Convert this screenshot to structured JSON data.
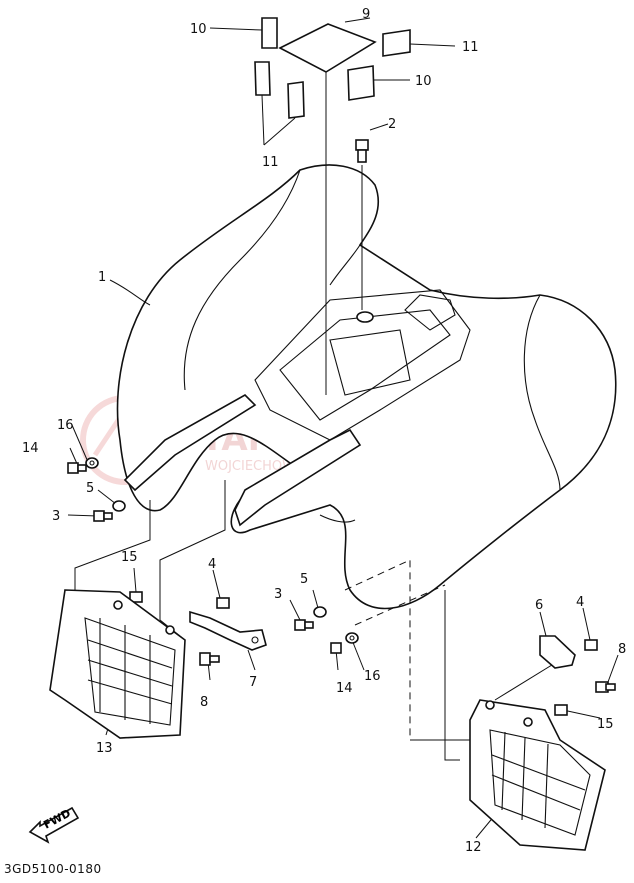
{
  "diagram": {
    "drawing_code": "3GD5100-0180",
    "fwd_label": "FWD",
    "watermark": {
      "line1": "YAMA-SKLEP.PL",
      "line2": "WOJCIECHOWSKI | DEALER YAMAHA"
    },
    "callouts": {
      "c1": "1",
      "c2": "2",
      "c3a": "3",
      "c3b": "3",
      "c4a": "4",
      "c4b": "4",
      "c5a": "5",
      "c5b": "5",
      "c6": "6",
      "c7": "7",
      "c8a": "8",
      "c8b": "8",
      "c9": "9",
      "c10a": "10",
      "c10b": "10",
      "c11a": "11",
      "c11b": "11",
      "c12": "12",
      "c13": "13",
      "c14a": "14",
      "c14b": "14",
      "c15a": "15",
      "c15b": "15",
      "c16a": "16",
      "c16b": "16"
    }
  }
}
